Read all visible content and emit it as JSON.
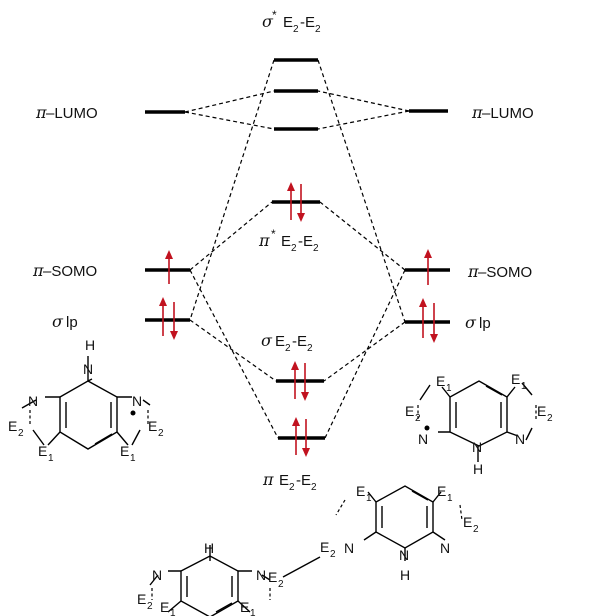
{
  "title": {
    "sigma": "σ",
    "star": "*",
    "e": "E",
    "sub": "2",
    "dash": "-"
  },
  "labels": {
    "pi": "π",
    "sigma": "σ",
    "star": "*",
    "lumo": "–LUMO",
    "somo": "–SOMO",
    "lp": "lp",
    "e": "E",
    "dash": "-",
    "sub2": "2"
  },
  "atoms": {
    "N": "N",
    "H": "H",
    "E": "E",
    "sub1": "1",
    "sub2": "2"
  },
  "colors": {
    "level": "#000000",
    "electron_arrow": "#c1121f"
  },
  "icons": {
    "electron_up": "arrow-up-icon",
    "electron_down": "arrow-down-icon",
    "radical": "dot-icon"
  }
}
